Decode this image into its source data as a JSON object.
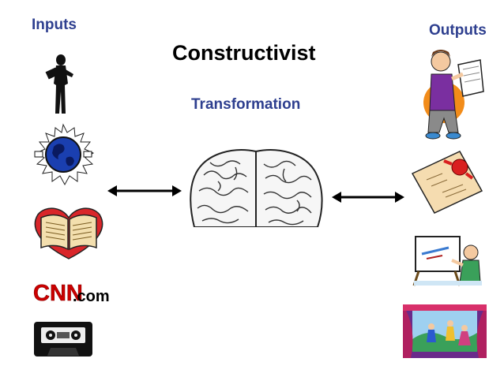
{
  "inputs": {
    "heading": "Inputs"
  },
  "outputs": {
    "heading": "Outputs"
  },
  "title": "Constructivist",
  "subtitle": "Transformation",
  "cnn": {
    "brand": "CNN",
    "suffix": ".com"
  },
  "colors": {
    "heading_blue": "#2e3f8f",
    "cnn_red": "#cc0000",
    "book_red": "#d9262a",
    "globe_blue": "#1a3fb0"
  },
  "icons": {
    "input_icons": [
      "person-reading-silhouette-icon",
      "globe-icon",
      "open-book-icon",
      "cnn-logo",
      "cassette-tape-icon"
    ],
    "output_icons": [
      "person-presenting-paper-icon",
      "sealed-letter-icon",
      "artist-at-easel-icon",
      "theater-stage-icon"
    ],
    "center": "brain-icon"
  }
}
